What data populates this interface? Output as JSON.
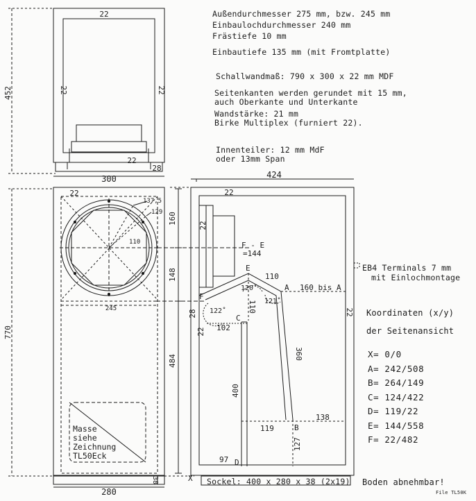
{
  "notes": {
    "outer_diameter": "Außendurchmesser 275 mm, bzw. 245 mm",
    "cutout_diameter": "Einbaulochdurchmesser 240 mm",
    "milling_depth": "Frästiefe 10 mm",
    "mount_depth": "Einbautiefe 135 mm (mit Fromtplatte)",
    "baffle": "Schallwandmaß: 790 x 300 x 22 mm MDF",
    "edges_1": "Seitenkanten werden gerundet mit 15 mm,",
    "edges_2": "auch Oberkante und Unterkante",
    "wall_1": "Wandstärke: 21 mm",
    "wall_2": "Birke Multiplex (furniert 22).",
    "divider_1": "Innenteiler: 12 mm MdF",
    "divider_2": "oder 13mm Span",
    "terminal_1": "EB4 Terminals 7 mm",
    "terminal_2": "mit Einlochmontage",
    "coords_title_1": "Koordinaten (x/y)",
    "coords_title_2": "der Seitenansicht",
    "base": "Sockel: 400 x 280 x 38 (2x19)",
    "floor": "Boden abnehmbar!",
    "file": "File TL50K",
    "masse": [
      "Masse",
      "siehe",
      "Zeichnung",
      "TL50Eck"
    ]
  },
  "coordinates": [
    {
      "label": "X= 0/0"
    },
    {
      "label": "A= 242/508"
    },
    {
      "label": "B= 264/149"
    },
    {
      "label": "C= 124/422"
    },
    {
      "label": "D= 119/22"
    },
    {
      "label": "E= 144/558"
    },
    {
      "label": "F= 22/482"
    }
  ],
  "dims": {
    "top_height": "452",
    "top_22_top": "22",
    "top_22_left": "22",
    "top_22_right": "22",
    "top_22_bottom": "22",
    "top_28": "28",
    "top_width": "300",
    "front_height": "770",
    "front_22": "22",
    "r_137": "137,5",
    "r_129": "129",
    "d_110": "110",
    "d_245": "245",
    "front_width": "280",
    "base_38": "38",
    "side_width": "424",
    "side_22_top": "22",
    "d_160": "160",
    "d_148": "148",
    "d_484": "484",
    "side_22_left": "22",
    "side_22_right": "22",
    "fe_label": "F - E",
    "fe_value": "=144",
    "pt_e": "E",
    "pt_a": "A",
    "pt_f": "F",
    "pt_c": "C",
    "pt_b": "B",
    "pt_d": "D",
    "pt_x": "X",
    "seg_110": "110",
    "ang_120": "120˚",
    "ang_121": "121˚",
    "ang_122": "122˚",
    "seg_110_v": "110",
    "a_range": "160 bis A",
    "d_28": "28",
    "d_102": "102",
    "d_360": "360",
    "d_400": "400",
    "d_138": "138",
    "d_119": "119",
    "d_127": "127",
    "d_97": "97"
  }
}
